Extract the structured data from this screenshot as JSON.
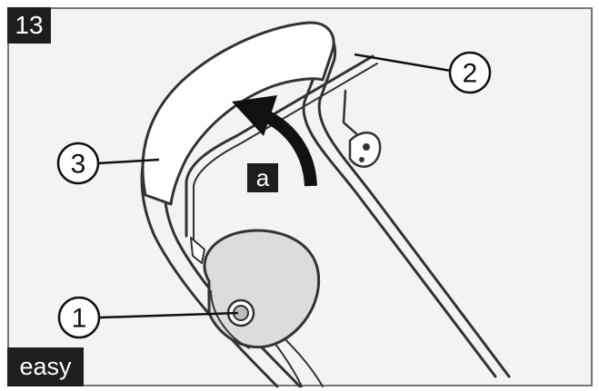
{
  "figure": {
    "step_number": "13",
    "difficulty": "easy",
    "action_label": "a"
  },
  "callouts": [
    {
      "id": "1",
      "label": "1"
    },
    {
      "id": "2",
      "label": "2"
    },
    {
      "id": "3",
      "label": "3"
    }
  ],
  "colors": {
    "frame": "#777777",
    "badge": "#1e1e1e",
    "line_art": "#333333",
    "handle_fill": "#ffffff",
    "knob_fill": "#dcdcdc",
    "arrow": "#111111"
  }
}
